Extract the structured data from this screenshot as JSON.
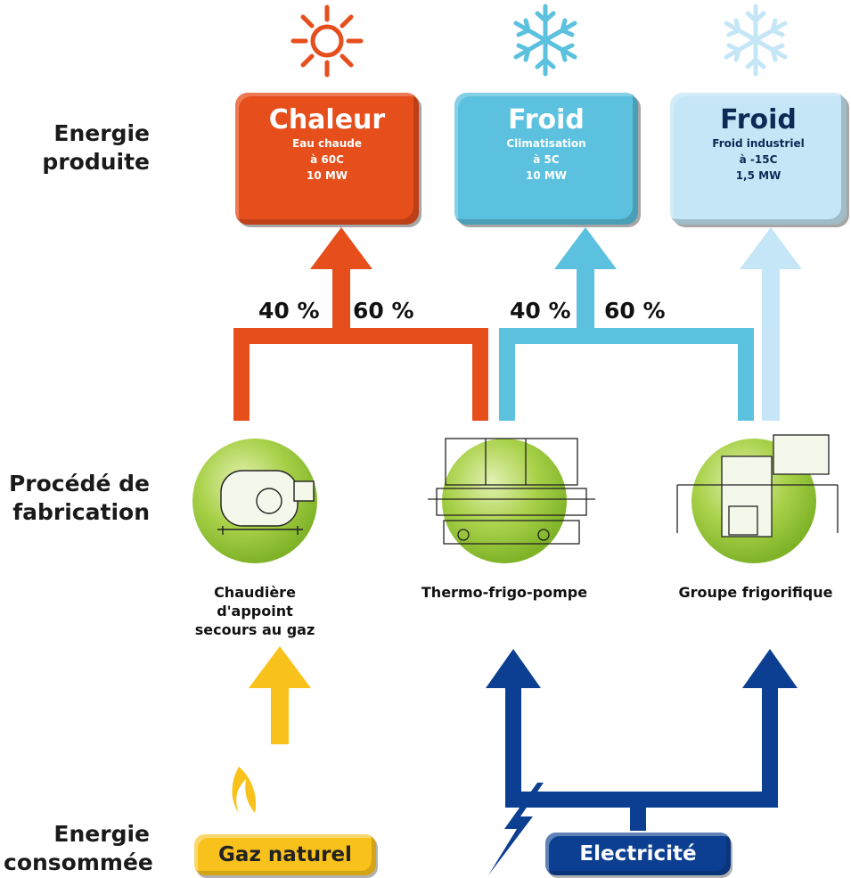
{
  "labels": {
    "energy_produced": [
      "Energie",
      "produite"
    ],
    "process": [
      "Procédé de",
      "fabrication"
    ],
    "energy_consumed": [
      "Energie",
      "consommée"
    ]
  },
  "outputs": [
    {
      "title": "Chaleur",
      "lines": [
        "Eau chaude",
        "à 60C",
        "10 MW"
      ],
      "color": "#e64e1c"
    },
    {
      "title": "Froid",
      "lines": [
        "Climatisation",
        "à 5C",
        "10 MW"
      ],
      "color": "#5bc1df"
    },
    {
      "title": "Froid",
      "lines": [
        "Froid industriel",
        "à -15C",
        "1,5 MW"
      ],
      "color": "#c5e6f6"
    }
  ],
  "percentages": [
    "40 %",
    "60 %",
    "40 %",
    "60 %"
  ],
  "equipment": [
    {
      "name": [
        "Chaudière",
        "d'appoint",
        "secours au gaz"
      ],
      "icon": "boiler-icon"
    },
    {
      "name": [
        "Thermo-frigo-pompe"
      ],
      "icon": "heat-pump-icon"
    },
    {
      "name": [
        "Groupe frigorifique"
      ],
      "icon": "chiller-icon"
    }
  ],
  "inputs": [
    {
      "label": "Gaz naturel",
      "color": "#f9c11c",
      "icon": "flame-icon"
    },
    {
      "label": "Electricité",
      "color": "#0c3f91",
      "icon": "lightning-icon"
    }
  ],
  "colors": {
    "heat": "#e64e1c",
    "cold": "#5bc1df",
    "cold_light": "#c5e6f6",
    "gas": "#f9c11c",
    "electric": "#0c3f91",
    "equipment_disc": "#9ccb3b"
  }
}
